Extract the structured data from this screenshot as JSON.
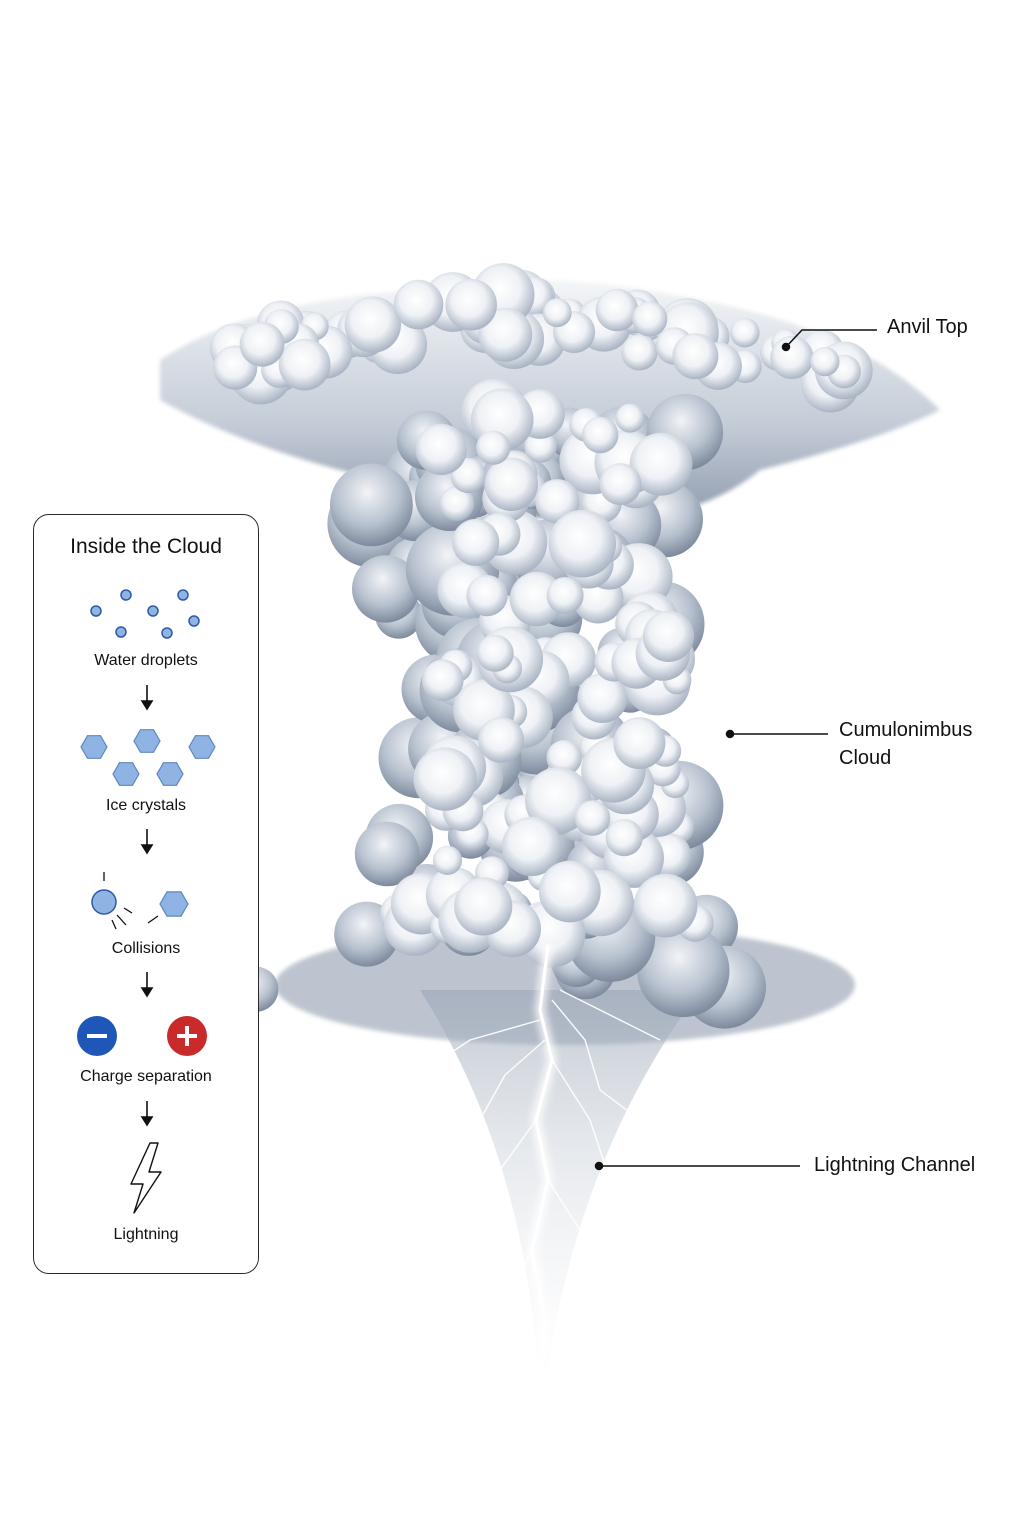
{
  "callouts": {
    "anvil_top": "Anvil Top",
    "cloud_line1": "Cumulonimbus",
    "cloud_line2": "Cloud",
    "lightning_channel": "Lightning Channel"
  },
  "panel": {
    "title": "Inside the Cloud",
    "steps": [
      {
        "label": "Water droplets",
        "icon": "water-droplets-icon"
      },
      {
        "label": "Ice crystals",
        "icon": "ice-crystals-icon"
      },
      {
        "label": "Collisions",
        "icon": "collision-icon"
      },
      {
        "label": "Charge separation",
        "icon": "charge-icons"
      },
      {
        "label": "Lightning",
        "icon": "lightning-bolt-icon"
      }
    ]
  },
  "colors": {
    "droplet": "#5b8fd6",
    "ice": "#8fb4e3",
    "negative": "#1f57b8",
    "positive": "#c92a2a",
    "cloud_shadow": "#8996a8",
    "lightning_glow": "#eef1ff"
  }
}
